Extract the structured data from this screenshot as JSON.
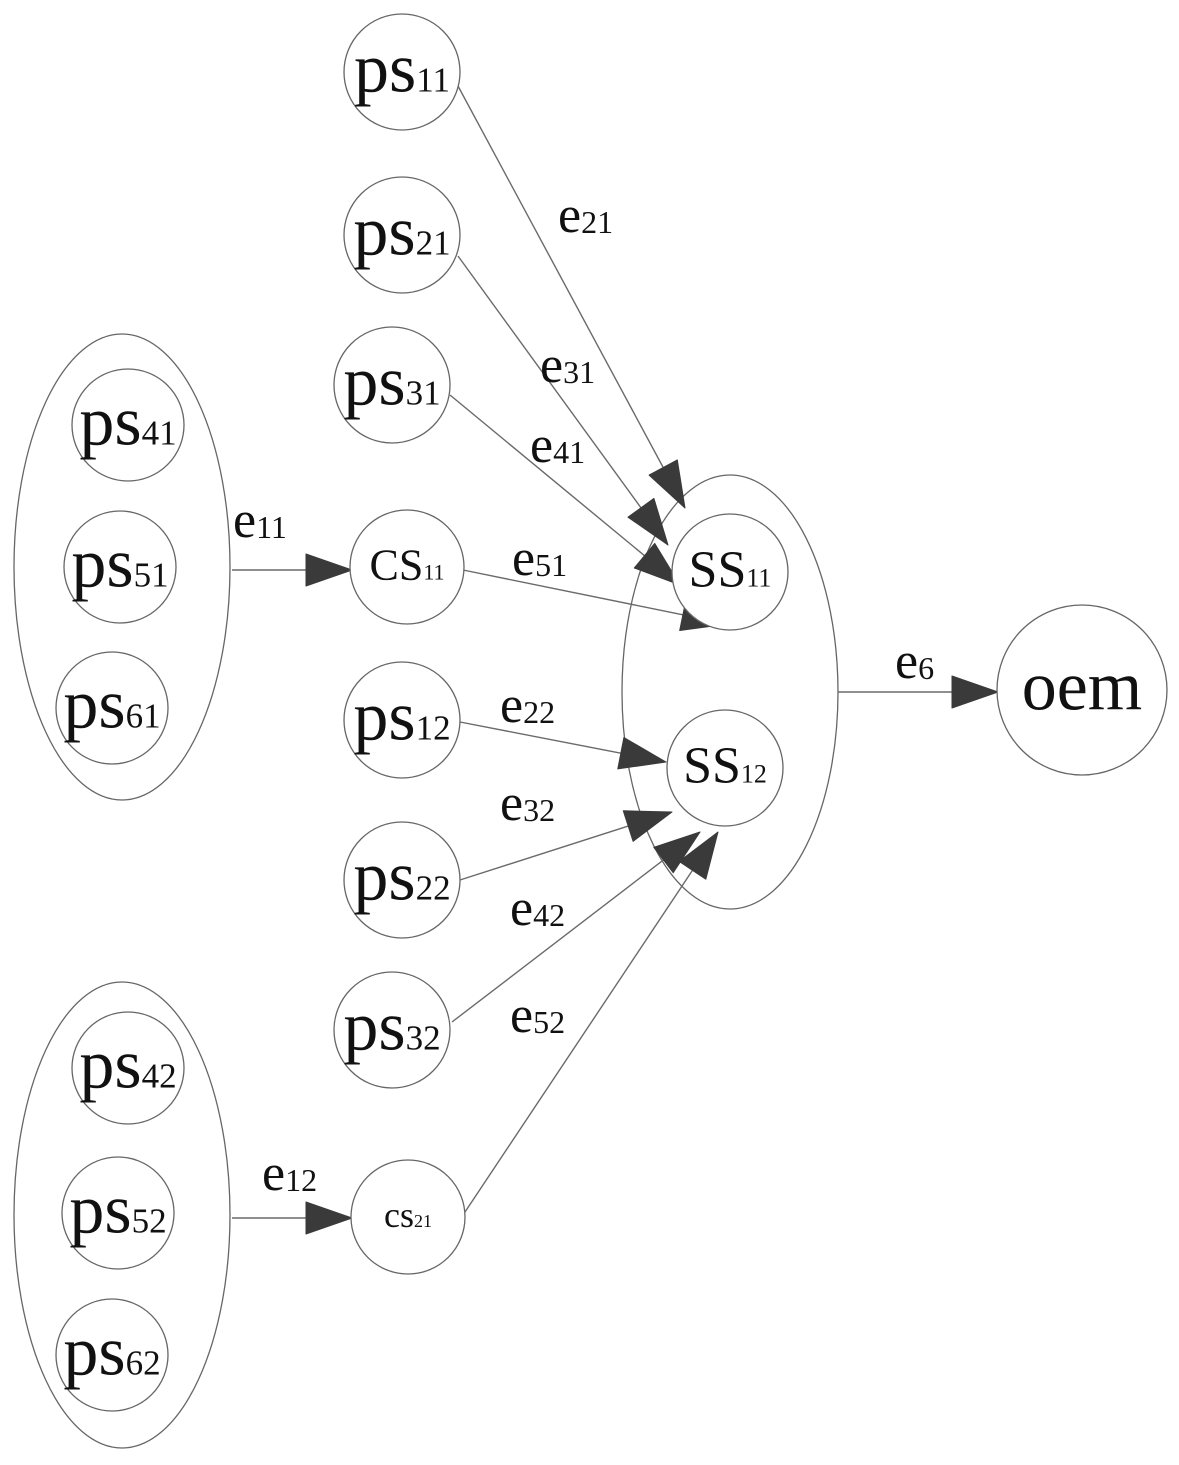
{
  "diagram": {
    "nodes": [
      {
        "id": "ps11",
        "base": "ps",
        "sub": "11"
      },
      {
        "id": "ps21",
        "base": "ps",
        "sub": "21"
      },
      {
        "id": "ps31",
        "base": "ps",
        "sub": "31"
      },
      {
        "id": "cs11",
        "base": "CS",
        "sub": "11"
      },
      {
        "id": "ps12",
        "base": "ps",
        "sub": "12"
      },
      {
        "id": "ps22",
        "base": "ps",
        "sub": "22"
      },
      {
        "id": "ps32",
        "base": "ps",
        "sub": "32"
      },
      {
        "id": "cs21",
        "base": "cs",
        "sub": "21"
      },
      {
        "id": "ps41",
        "base": "ps",
        "sub": "41"
      },
      {
        "id": "ps51",
        "base": "ps",
        "sub": "51"
      },
      {
        "id": "ps61",
        "base": "ps",
        "sub": "61"
      },
      {
        "id": "ps42",
        "base": "ps",
        "sub": "42"
      },
      {
        "id": "ps52",
        "base": "ps",
        "sub": "52"
      },
      {
        "id": "ps62",
        "base": "ps",
        "sub": "62"
      },
      {
        "id": "ss11",
        "base": "SS",
        "sub": "11"
      },
      {
        "id": "ss12",
        "base": "SS",
        "sub": "12"
      },
      {
        "id": "oem",
        "base": "oem",
        "sub": ""
      }
    ],
    "groups": [
      {
        "id": "group-upper",
        "members": [
          "ps41",
          "ps51",
          "ps61"
        ]
      },
      {
        "id": "group-lower",
        "members": [
          "ps42",
          "ps52",
          "ps62"
        ]
      },
      {
        "id": "group-ss",
        "members": [
          "ss11",
          "ss12"
        ]
      }
    ],
    "edges": [
      {
        "id": "e21",
        "base": "e",
        "sub": "21",
        "from": "ps11",
        "to": "ss11"
      },
      {
        "id": "e31",
        "base": "e",
        "sub": "31",
        "from": "ps21",
        "to": "ss11"
      },
      {
        "id": "e41",
        "base": "e",
        "sub": "41",
        "from": "ps31",
        "to": "ss11"
      },
      {
        "id": "e51",
        "base": "e",
        "sub": "51",
        "from": "cs11",
        "to": "ss11"
      },
      {
        "id": "e11",
        "base": "e",
        "sub": "11",
        "from": "group-upper",
        "to": "cs11"
      },
      {
        "id": "e22",
        "base": "e",
        "sub": "22",
        "from": "ps12",
        "to": "ss12"
      },
      {
        "id": "e32",
        "base": "e",
        "sub": "32",
        "from": "ps22",
        "to": "ss12"
      },
      {
        "id": "e42",
        "base": "e",
        "sub": "42",
        "from": "ps32",
        "to": "ss12"
      },
      {
        "id": "e52",
        "base": "e",
        "sub": "52",
        "from": "cs21",
        "to": "ss12"
      },
      {
        "id": "e12",
        "base": "e",
        "sub": "12",
        "from": "group-lower",
        "to": "cs21"
      },
      {
        "id": "e6",
        "base": "e",
        "sub": "6",
        "from": "group-ss",
        "to": "oem"
      }
    ]
  }
}
